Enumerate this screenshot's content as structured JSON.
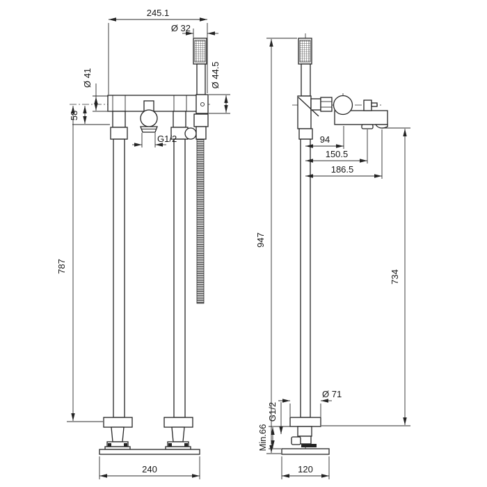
{
  "drawing": {
    "kind": "technical-dimension-drawing",
    "line_color": "#242424",
    "background": "#ffffff",
    "dims": {
      "front": {
        "overall_width": "245.1",
        "handshower_dia": "Ø 32",
        "body_dia": "Ø 41",
        "holder_dia": "Ø 44.5",
        "spout_drop": "58",
        "outlet_thread": "G1/2",
        "riser_height": "787",
        "base_width": "240"
      },
      "side": {
        "knob_offset": "94",
        "aerator_offset": "150.5",
        "spout_reach": "186.5",
        "total_height": "947",
        "spout_outlet_height": "734",
        "escutcheon_dia": "Ø 71",
        "inlet_thread": "G1/2",
        "min_height": "Min.66",
        "base_depth": "120"
      }
    }
  }
}
